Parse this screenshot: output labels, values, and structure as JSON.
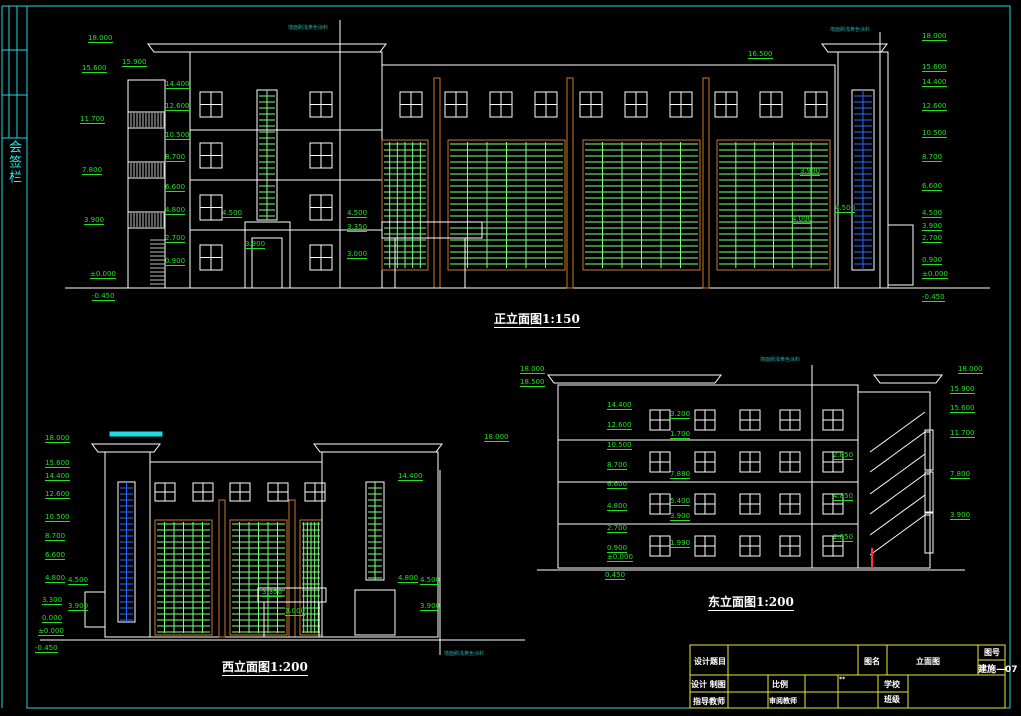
{
  "sign_column": "会签栏",
  "elevations": {
    "front": {
      "title": "正立面图1:150",
      "levels": [
        "18.000",
        "15.600",
        "15.900",
        "11.700",
        "7.800",
        "3.900",
        "±0.000",
        "-0.450",
        "14.400",
        "12.600",
        "10.500",
        "8.700",
        "6.600",
        "4.800",
        "2.700",
        "0.900",
        "18.000",
        "15.600",
        "14.400",
        "12.600",
        "10.500",
        "8.700",
        "6.600",
        "4.500",
        "3.900",
        "2.700",
        "0.900",
        "±0.000",
        "-0.450",
        "16.500",
        "4.500",
        "3.900",
        "4.500",
        "3.350",
        "3.000",
        "3.900",
        "4.000",
        "4.500"
      ],
      "notes": [
        "墙面刷浅黄色涂料",
        "墙面刷浅黄色涂料"
      ]
    },
    "west": {
      "title": "西立面图1:200",
      "levels": [
        "18.000",
        "15.600",
        "14.400",
        "12.600",
        "10.500",
        "8.700",
        "6.600",
        "4.800",
        "3.300",
        "0.000",
        "±0.000",
        "-0.450",
        "4.500",
        "3.900",
        "18.000",
        "14.400",
        "4.800",
        "4.500",
        "3.900",
        "3.350",
        "3.000"
      ],
      "notes": [
        "墙面刷浅黄色涂料"
      ]
    },
    "east": {
      "title": "东立面图1:200",
      "levels": [
        "18.000",
        "18.500",
        "14.400",
        "12.600",
        "10.500",
        "8.700",
        "6.600",
        "4.800",
        "2.700",
        "0.900",
        "±0.000",
        "0.450",
        "18.000",
        "15.900",
        "15.600",
        "11.700",
        "7.800",
        "3.900",
        "3.200",
        "1.700",
        "7.880",
        "5.400",
        "3.900",
        "1.990",
        "2.850",
        "4.850",
        "2.850"
      ],
      "notes": [
        "墙面刷浅黄色涂料"
      ]
    }
  },
  "title_block": {
    "design_topic": "设计题目",
    "drawing_name_label": "图名",
    "drawing_name": "立面图",
    "drawing_no_label": "图号",
    "drawing_no": "建施—07",
    "design_drafting": "设计 制图",
    "scale_label": "比例",
    "scale_value": "**",
    "school_label": "学校",
    "instructor": "指导教师",
    "reviewer": "审阅教师",
    "class_label": "班级"
  },
  "colors": {
    "frame": "#22d8e0",
    "lines": "#ffffff",
    "levels": "#22e022",
    "curtain": "#7fff7f",
    "pilaster": "#c8782a",
    "glass": "#2a6cff",
    "titleblock": "#e8e830"
  }
}
